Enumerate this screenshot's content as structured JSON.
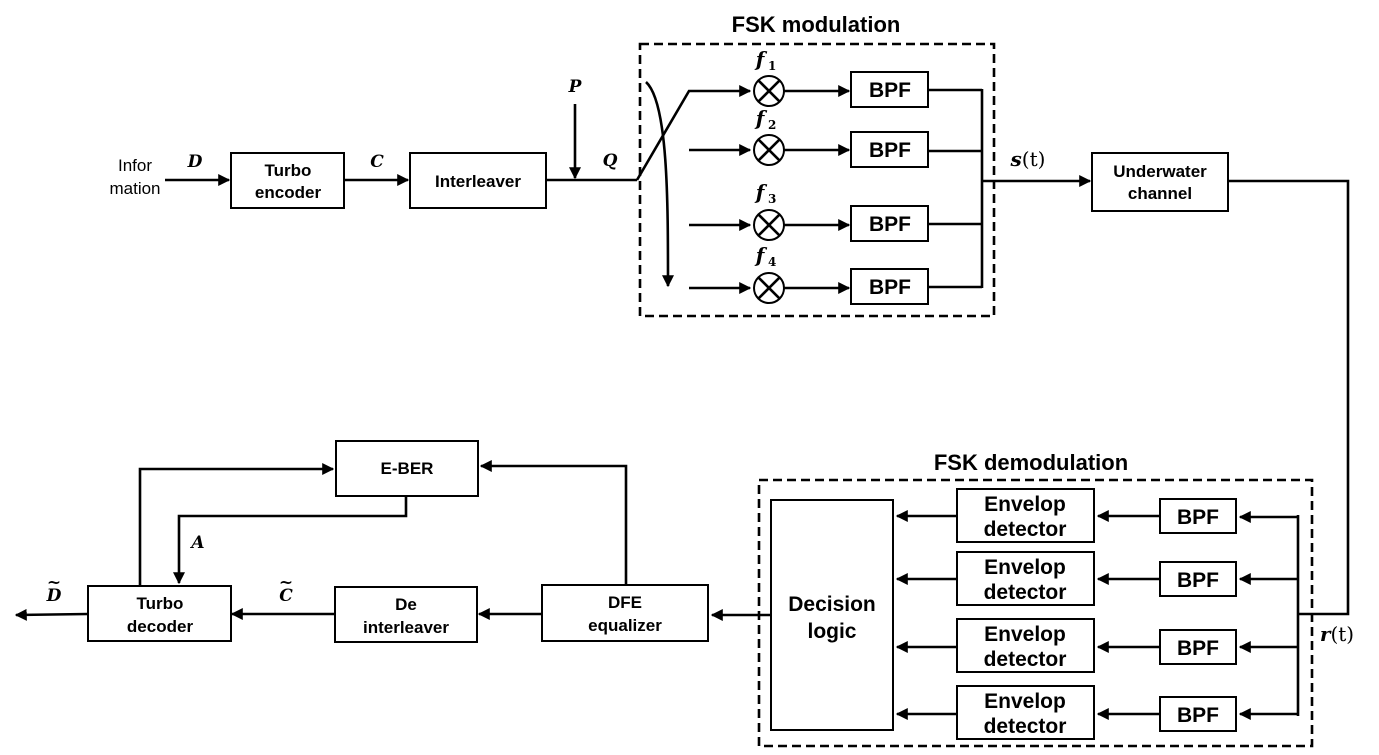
{
  "colors": {
    "ink": "#000000",
    "background": "#ffffff"
  },
  "modulation": {
    "title": "FSK modulation",
    "carrier_symbol": "f",
    "carrier_indices": [
      "1",
      "2",
      "3",
      "4"
    ],
    "bpf_label": "BPF",
    "multiplier_icon": "circle-cross-icon"
  },
  "demodulation": {
    "title": "FSK demodulation",
    "bpf_label": "BPF",
    "envelope_line1": "Envelop",
    "envelope_line2": "detector",
    "decision_line1": "Decision",
    "decision_line2": "logic"
  },
  "transmitter": {
    "source_line1": "Infor",
    "source_line2": "mation",
    "encoder_line1": "Turbo",
    "encoder_line2": "encoder",
    "interleaver": "Interleaver",
    "channel_line1": "Underwater",
    "channel_line2": "channel"
  },
  "receiver": {
    "ber": "E-BER",
    "equalizer_line1": "DFE",
    "equalizer_line2": "equalizer",
    "deinterleaver_line1": "De",
    "deinterleaver_line2": "interleaver",
    "decoder_line1": "Turbo",
    "decoder_line2": "decoder"
  },
  "signals": {
    "D": "D",
    "C": "C",
    "P": "P",
    "Q": "Q",
    "A": "A",
    "s_t": "s",
    "r_t": "r",
    "t_arg": "(t)",
    "D_hat": "D",
    "C_hat": "C",
    "hat_mark": "~"
  }
}
